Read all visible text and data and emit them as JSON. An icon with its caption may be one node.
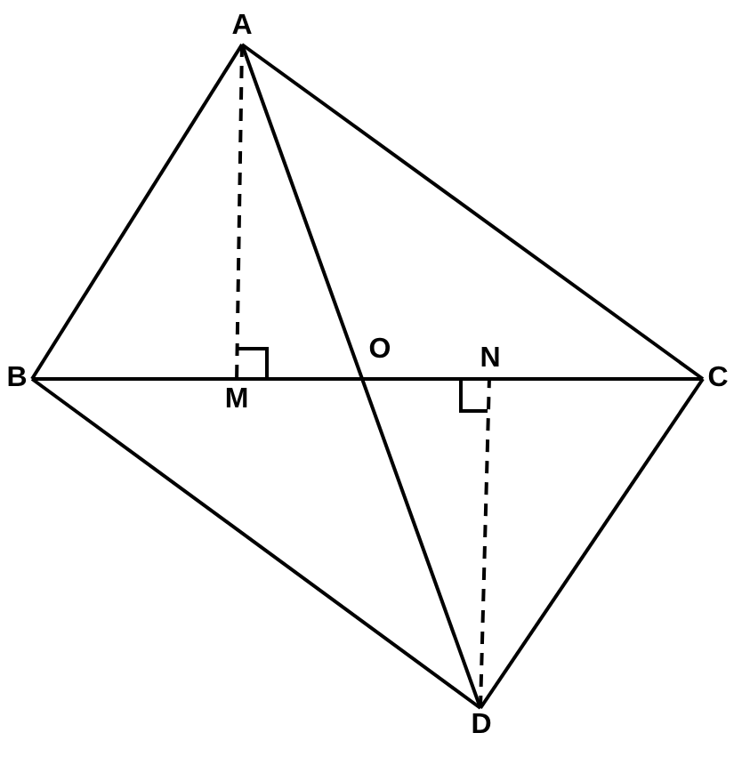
{
  "diagram": {
    "nodes": [
      {
        "text": [
          "A"
        ]
      },
      {
        "text": [
          "B"
        ]
      },
      {
        "text": [
          "C"
        ]
      },
      {
        "text": [
          "D"
        ]
      },
      {
        "text": [
          "M"
        ]
      },
      {
        "text": [
          "O"
        ]
      },
      {
        "text": [
          "N"
        ]
      }
    ],
    "edges": [
      {
        "from": 0,
        "to": 1,
        "arrow": "none"
      },
      {
        "from": 0,
        "to": 2,
        "arrow": "none"
      },
      {
        "from": 0,
        "to": 3,
        "arrow": "none"
      },
      {
        "from": 1,
        "to": 2,
        "arrow": "none"
      },
      {
        "from": 1,
        "to": 3,
        "arrow": "none"
      },
      {
        "from": 2,
        "to": 3,
        "arrow": "none"
      },
      {
        "from": 0,
        "to": 4,
        "arrow": "none",
        "style": "dashed"
      },
      {
        "from": 3,
        "to": 6,
        "arrow": "none",
        "style": "dashed"
      }
    ]
  }
}
